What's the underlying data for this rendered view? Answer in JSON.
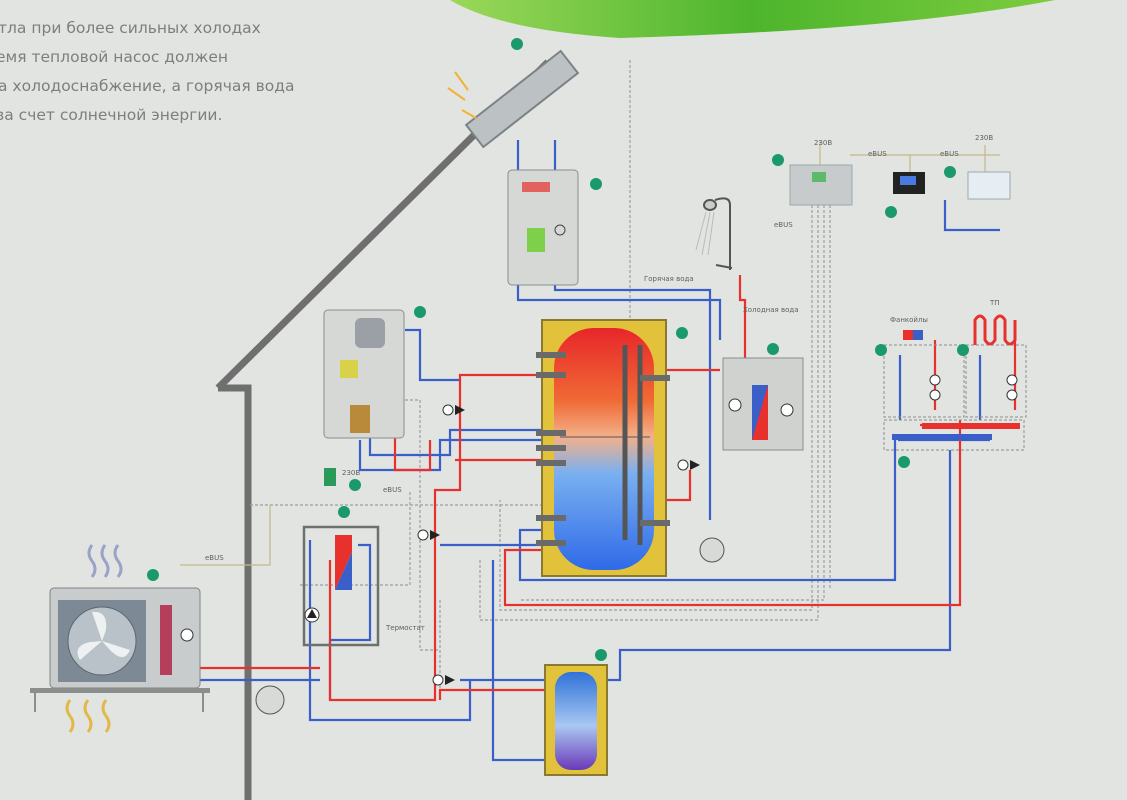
{
  "intro_text": {
    "lines": [
      "тла при более сильных холодах",
      "емя тепловой насос должен",
      "а холодоснабжение, а горячая вода",
      "за счет солнечной энергии."
    ]
  },
  "labels": {
    "hot_water": "Горячая вода",
    "cold_water": "Холодная вода",
    "ebus_1": "eBUS",
    "ebus_2": "eBUS",
    "ebus_3": "eBUS",
    "ebus_4": "eBUS",
    "ebus_5": "eBUS",
    "fancoils": "Фанкойлы",
    "underfloor": "ТП",
    "thermostat": "Термостат",
    "v230_1": "230В",
    "v230_2": "230В",
    "v230_3": "230В"
  },
  "colors": {
    "hot_pipe": "#e8302c",
    "cold_pipe": "#3a5fc8",
    "marker": "#1a9a6a",
    "tank_border": "#e2c23a",
    "swoosh": "#6cc43a"
  }
}
